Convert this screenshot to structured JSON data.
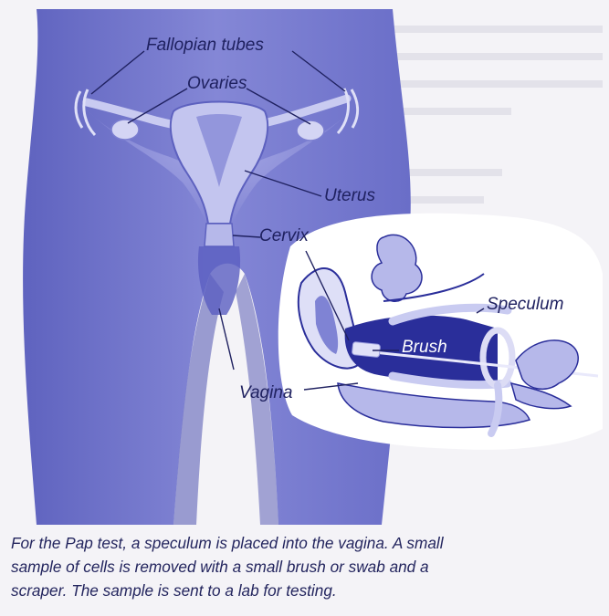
{
  "labels": {
    "fallopian_tubes": "Fallopian tubes",
    "ovaries": "Ovaries",
    "uterus": "Uterus",
    "cervix": "Cervix",
    "speculum": "Speculum",
    "brush": "Brush",
    "vagina": "Vagina"
  },
  "caption": {
    "line1": "For the Pap test, a speculum is placed into the vagina. A small",
    "line2": "sample of cells is removed with a small brush or swab and a",
    "line3": "scraper. The sample is sent to a lab for testing."
  },
  "colors": {
    "body_blue": "#6e72c9",
    "light_blue": "#b9bbea",
    "dark_blue": "#2a2e9a",
    "background": "#f4f3f7",
    "text": "#1f2160"
  }
}
